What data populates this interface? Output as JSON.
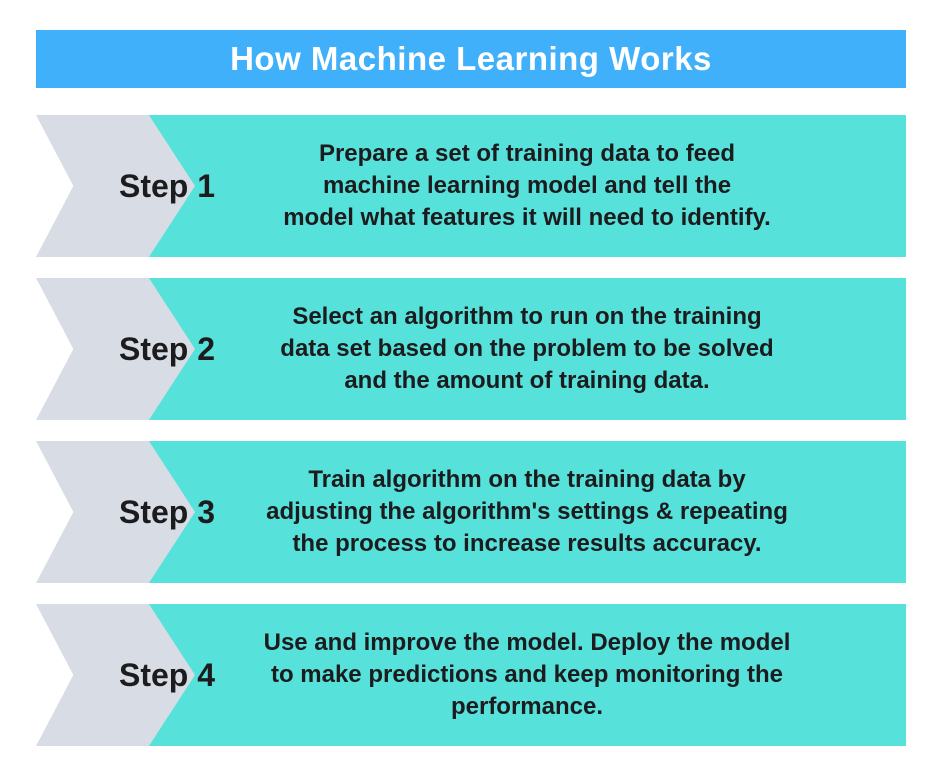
{
  "title": "How Machine Learning Works",
  "colors": {
    "header_blue": "#40B0FA",
    "band_teal": "#57E1DB",
    "chevron_gray": "#D8DCE4",
    "text_dark": "#1C1C1E",
    "title_text": "#FFFFFF"
  },
  "steps": [
    {
      "label": "Step 1",
      "lines": [
        "Prepare a set of training data to feed",
        "machine learning model and tell the",
        "model what features it will need to identify."
      ]
    },
    {
      "label": "Step 2",
      "lines": [
        "Select an algorithm to run on the training",
        "data set based on the problem to be solved",
        "and the amount of training data."
      ]
    },
    {
      "label": "Step 3",
      "lines": [
        "Train algorithm on the training data by",
        "adjusting the algorithm's settings & repeating",
        "the process to increase results accuracy."
      ]
    },
    {
      "label": "Step 4",
      "lines": [
        "Use and improve the model. Deploy the model",
        "to make predictions and keep monitoring the",
        "performance."
      ]
    }
  ]
}
